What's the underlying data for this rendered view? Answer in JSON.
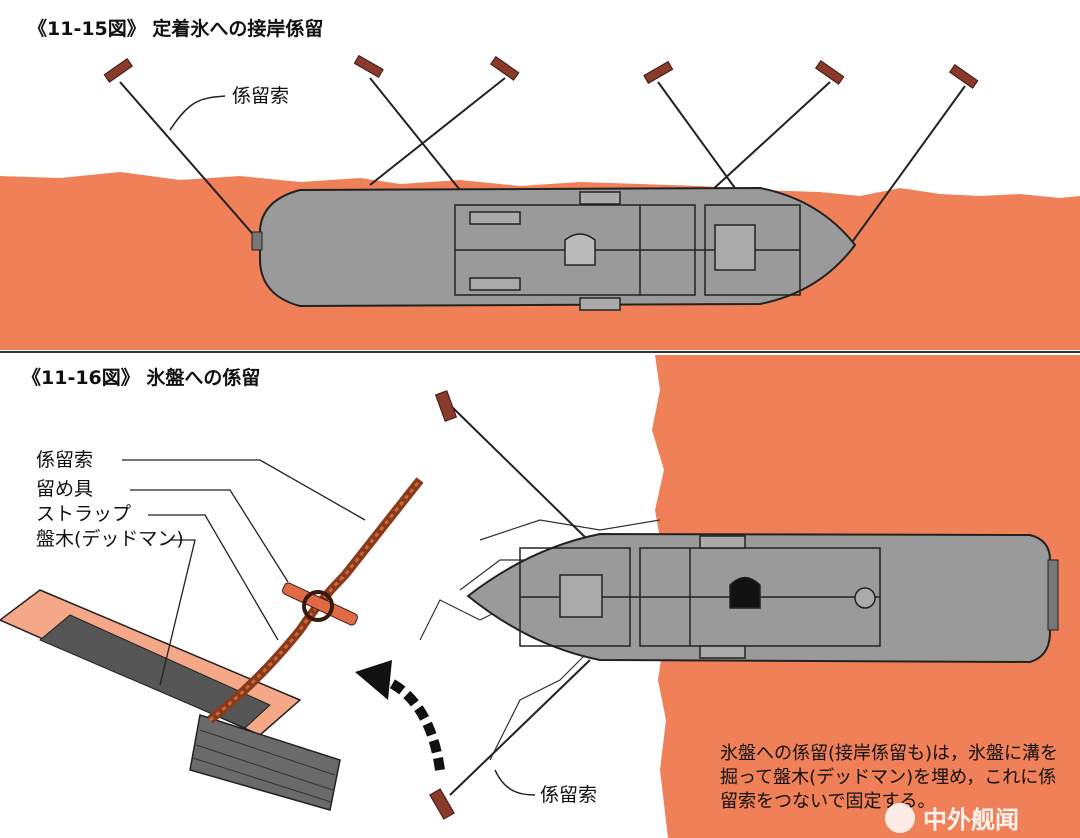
{
  "figure_top": {
    "title": "《11-15図》 定着氷への接岸係留",
    "mooring_line_label": "係留索"
  },
  "figure_bottom": {
    "title": "《11-16図》 氷盤への係留",
    "callouts": [
      "係留索",
      "留め具",
      "ストラップ",
      "盤木(デッドマン)"
    ],
    "mooring_line_label": "係留索",
    "note": "氷盤への係留(接岸係留も)は，氷盤に溝を掘って盤木(デッドマン)を埋め，これに係留索をつないで固定する。"
  },
  "watermark": {
    "text": "中外舰闻"
  },
  "colors": {
    "ice": "#f08058",
    "ice_dark": "#e8754f",
    "hull": "#9a9a9a",
    "hull_dark": "#7a7a7a",
    "anchor": "#8a3a2a",
    "deadman_pin": "#e06a48",
    "line": "#222222"
  }
}
